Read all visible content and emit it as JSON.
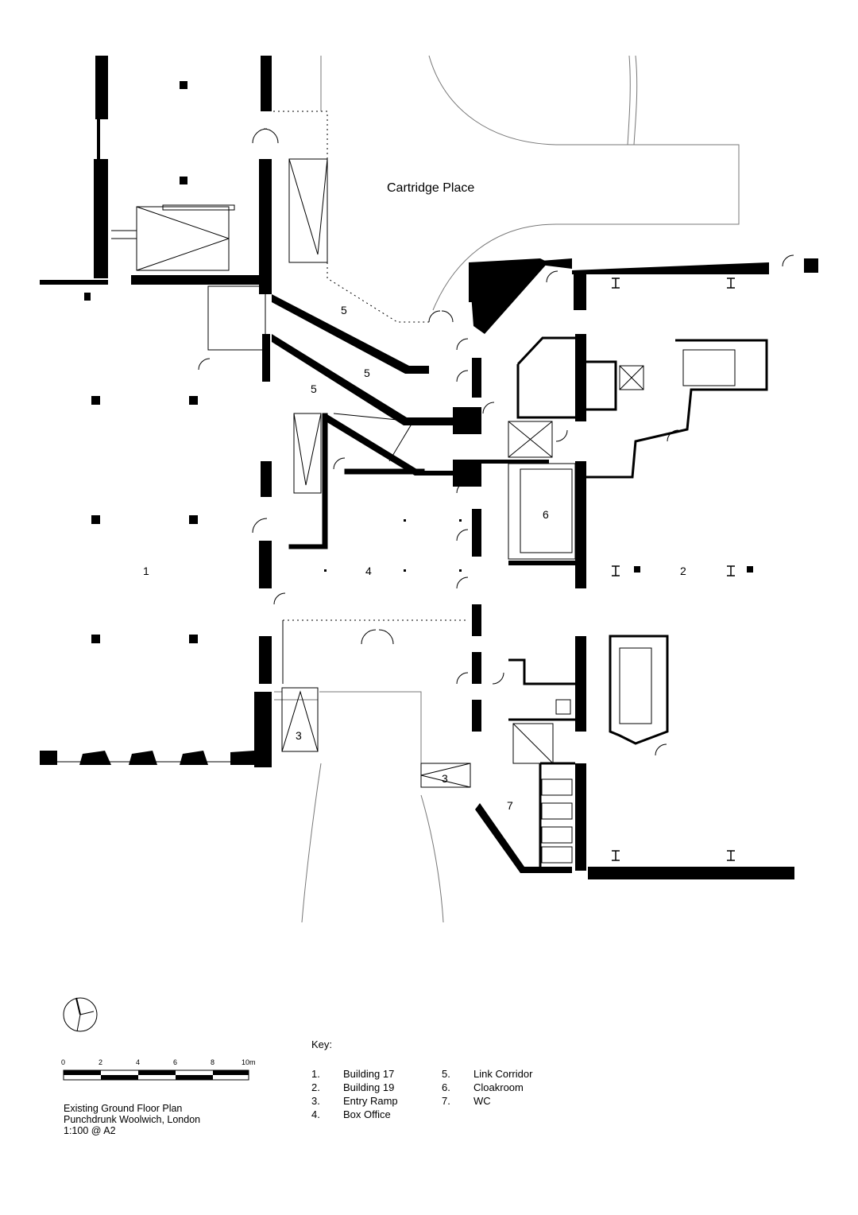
{
  "place_label": "Cartridge Place",
  "room_labels": {
    "building17": "1",
    "building19": "2",
    "ramp_a": "3",
    "ramp_b": "3",
    "box_office": "4",
    "corridor_a": "5",
    "corridor_b": "5",
    "corridor_c": "5",
    "cloakroom": "6",
    "wc": "7"
  },
  "scale_bar": {
    "ticks": [
      "0",
      "2",
      "4",
      "6",
      "8",
      "10m"
    ]
  },
  "key": {
    "title": "Key:",
    "items": [
      {
        "num": "1.",
        "label": "Building 17"
      },
      {
        "num": "2.",
        "label": "Building 19"
      },
      {
        "num": "3.",
        "label": "Entry Ramp"
      },
      {
        "num": "4.",
        "label": "Box Office"
      },
      {
        "num": "5.",
        "label": "Link Corridor"
      },
      {
        "num": "6.",
        "label": "Cloakroom"
      },
      {
        "num": "7.",
        "label": "WC"
      }
    ]
  },
  "title_block": {
    "line1": "Existing Ground Floor Plan",
    "line2": "Punchdrunk Woolwich, London",
    "line3": "1:100 @ A2"
  }
}
